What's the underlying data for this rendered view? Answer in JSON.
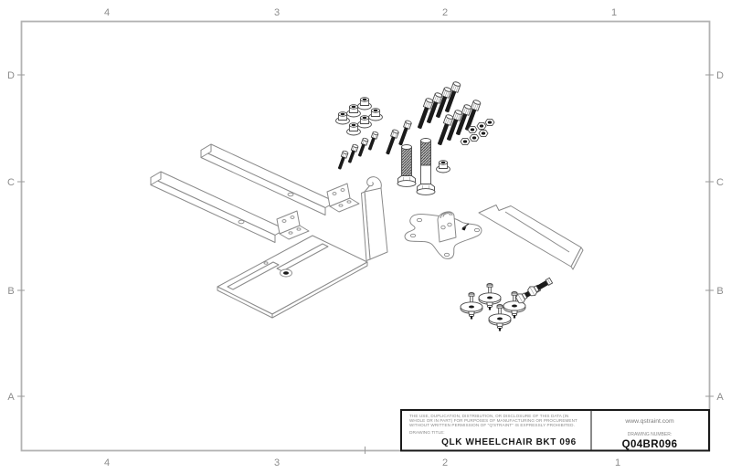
{
  "sheet": {
    "zones": {
      "top": [
        "4",
        "3",
        "2",
        "1"
      ],
      "bottom": [
        "4",
        "3",
        "2",
        "1"
      ],
      "left": [
        "D",
        "C",
        "B",
        "A"
      ],
      "right": [
        "D",
        "C",
        "B",
        "A"
      ]
    },
    "colors": {
      "border": "#b3b3b3",
      "zone_text": "#8c8c8c",
      "part_line": "#8a8a8a",
      "fastener_line": "#4a4a4a",
      "screw_shaft": "#1b1b1b",
      "title_text": "#1a1a1a",
      "muted_text": "#8a8a8a"
    }
  },
  "title_block": {
    "prohibition_line1": "THE USE, DUPLICATION, DISTRIBUTION, OR DISCLOSURE OF THIS DATA (IN",
    "prohibition_line2": "WHOLE OR IN PART) FOR PURPOSES OF MANUFACTURING OR PROCUREMENT",
    "prohibition_line3": "WITHOUT WRITTEN PERMISSION OF \"Q'STRAINT\" IS EXPRESSLY PROHIBITED.",
    "drawing_title_label": "DRAWING TITLE:",
    "drawing_title": "QLK WHEELCHAIR BKT 096",
    "website": "www.qstraint.com",
    "drawing_number_label": "DRAWING NUMBER:",
    "drawing_number": "Q04BR096"
  },
  "drawing": {
    "view": "exploded-isometric-parts-view",
    "parts": [
      {
        "name": "mounting-rail-bracket",
        "qty": 2
      },
      {
        "name": "slotted-base-plate",
        "qty": 1
      },
      {
        "name": "hook-bracket",
        "qty": 1
      },
      {
        "name": "cross-pivot-plate",
        "qty": 1
      },
      {
        "name": "wing-plate",
        "qty": 1
      },
      {
        "name": "flange-nut",
        "qty": 7
      },
      {
        "name": "hex-nut-small",
        "qty": 6
      },
      {
        "name": "socket-head-screw-long",
        "qty": 8
      },
      {
        "name": "socket-head-screw-short",
        "qty": 6
      },
      {
        "name": "hex-bolt-large",
        "qty": 2
      },
      {
        "name": "bolt-washer-assembly",
        "qty": 4
      },
      {
        "name": "hex-bolt-short",
        "qty": 2
      }
    ]
  }
}
